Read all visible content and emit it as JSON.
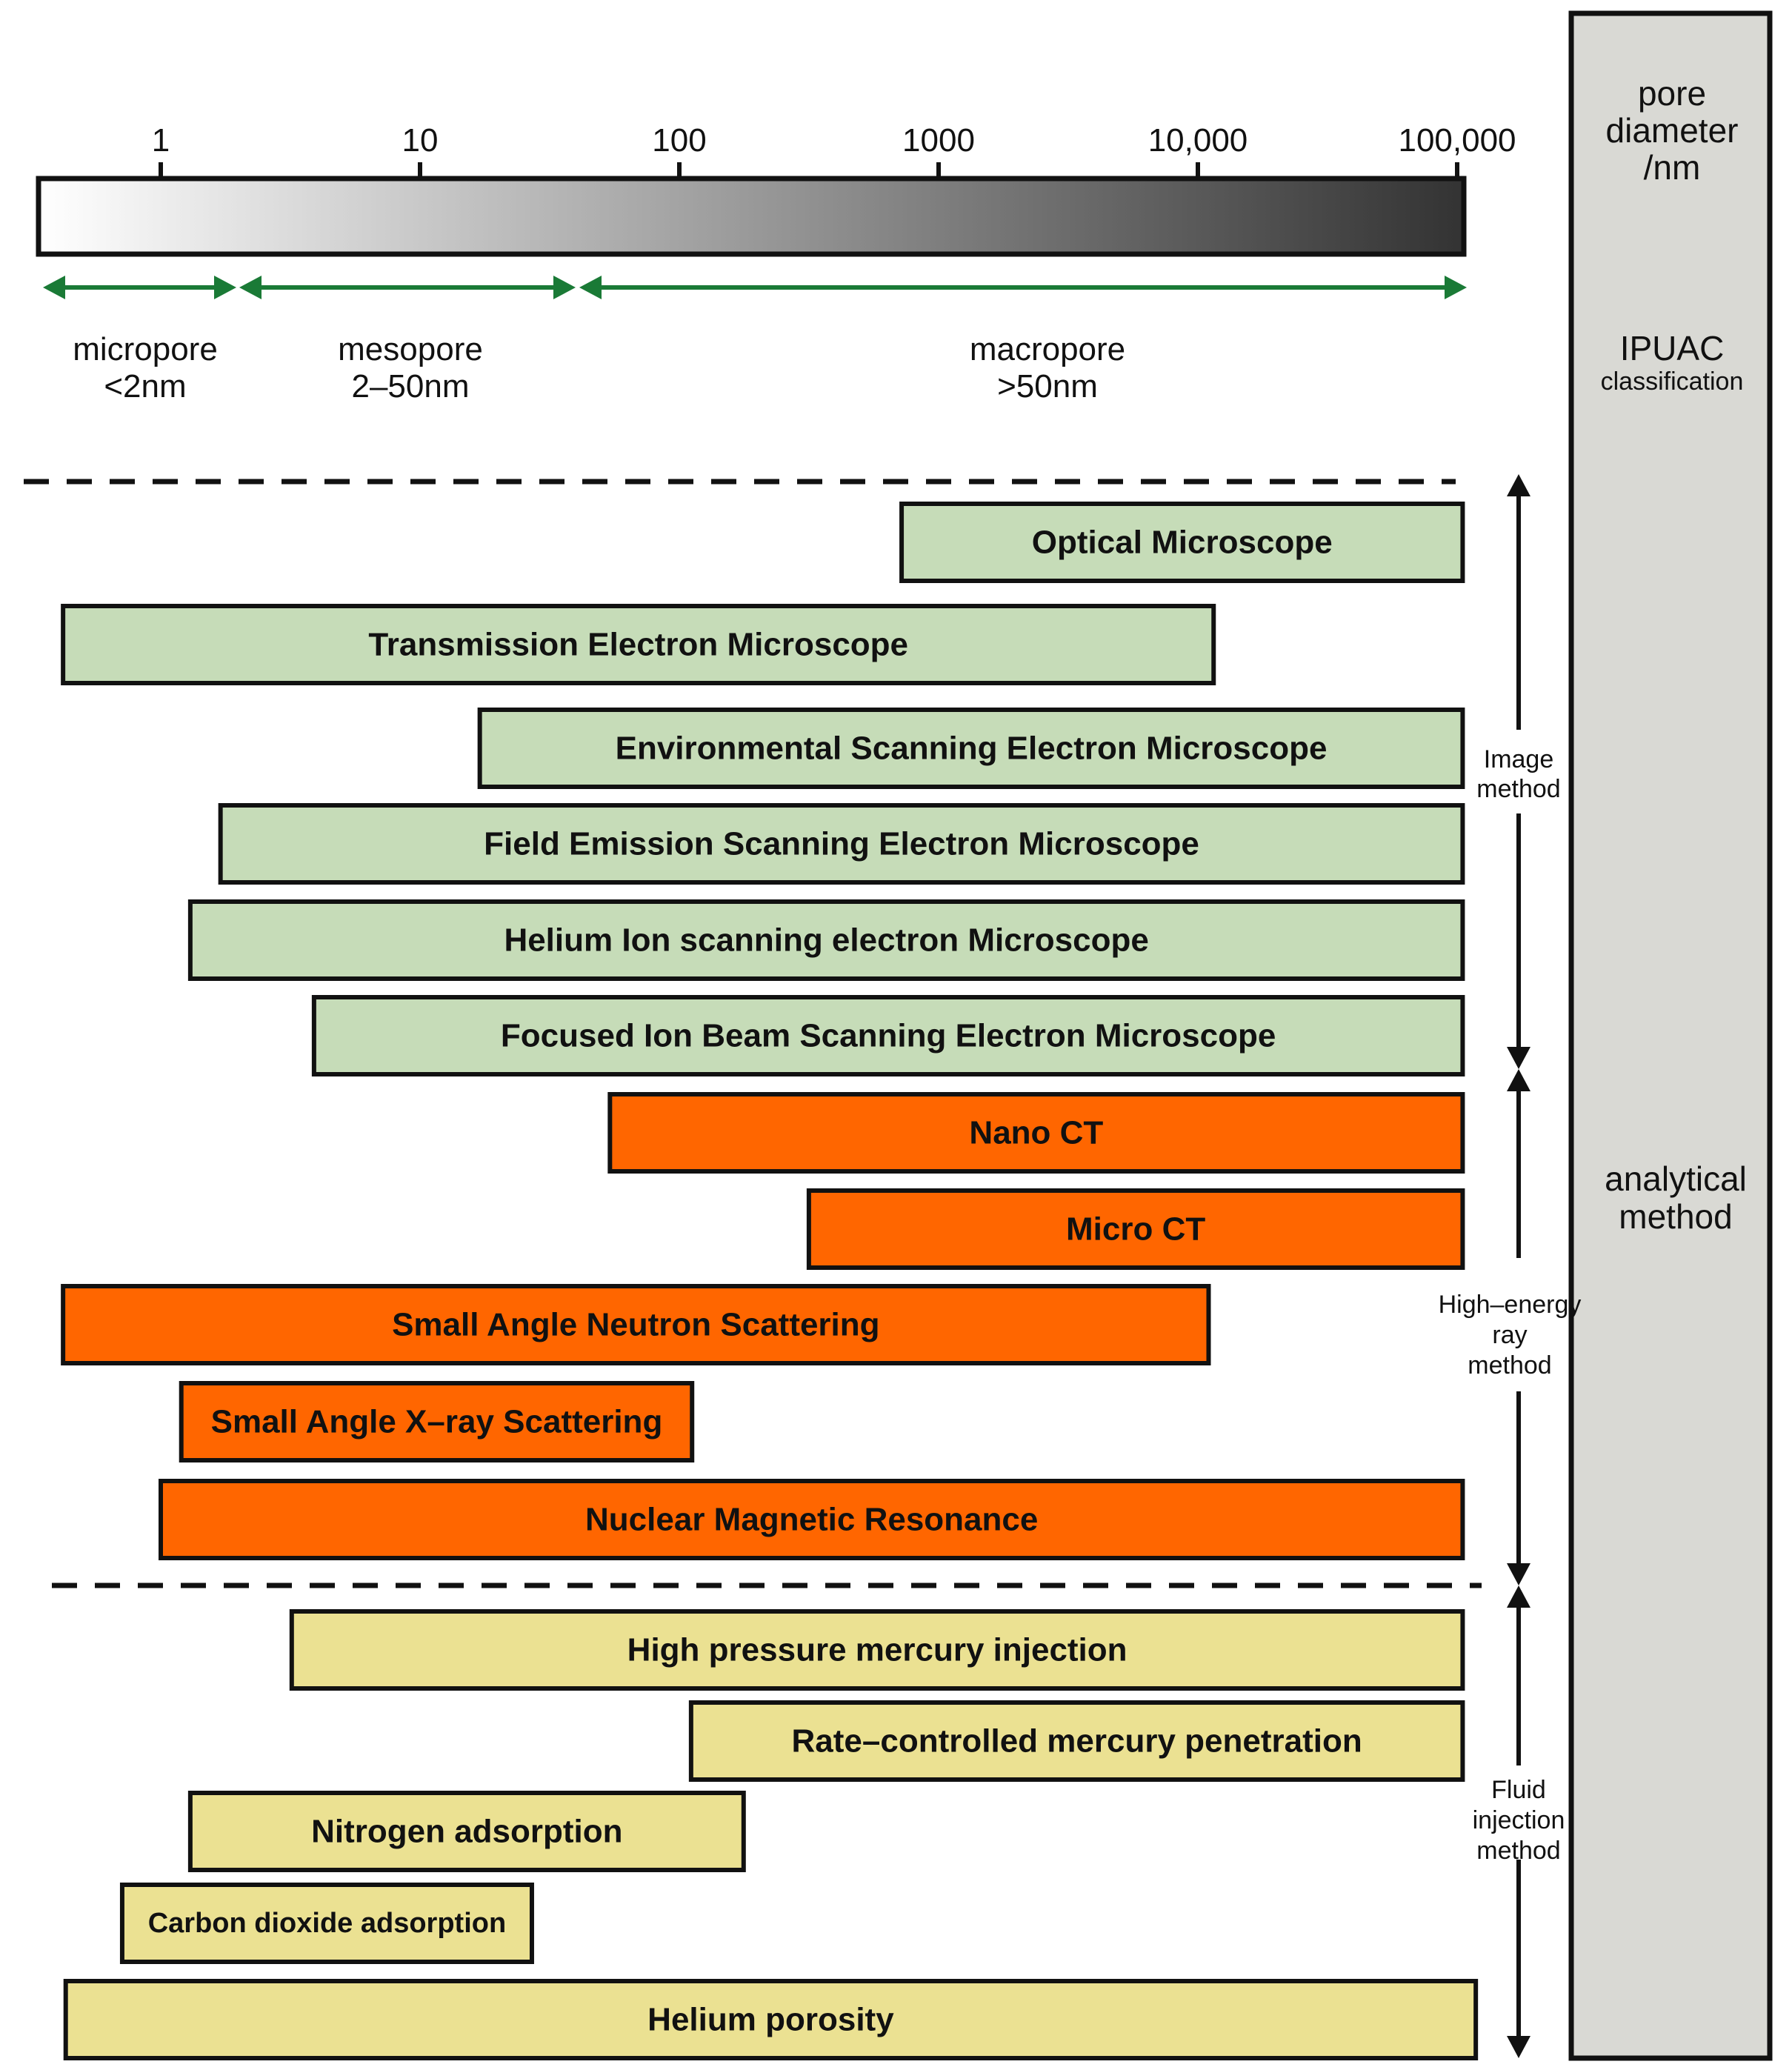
{
  "chart_data": {
    "type": "range-bar",
    "title": "",
    "axis": {
      "label": "pore diameter /nm",
      "scale": "log",
      "range": [
        0.35,
        120000
      ],
      "ticks": [
        {
          "value": 1,
          "label": "1"
        },
        {
          "value": 10,
          "label": "10"
        },
        {
          "value": 100,
          "label": "100"
        },
        {
          "value": 1000,
          "label": "1000"
        },
        {
          "value": 10000,
          "label": "10,000"
        },
        {
          "value": 100000,
          "label": "100,000"
        }
      ]
    },
    "gradient_bar": {
      "from_color": "#ffffff",
      "to_color": "#333333"
    },
    "pore_classes": [
      {
        "name": "micropore",
        "range_label": "<2nm",
        "min": 0.42,
        "max": 2
      },
      {
        "name": "mesopore",
        "range_label": "2–50nm",
        "min": 2,
        "max": 50
      },
      {
        "name": "macropore",
        "range_label": ">50nm",
        "min": 50,
        "max": 110000
      }
    ],
    "groups": [
      {
        "name": "Image method",
        "label_lines": [
          "Image",
          "method"
        ],
        "color": "#c6dcb8"
      },
      {
        "name": "High-energy ray method",
        "label_lines": [
          "High–energy",
          "ray",
          "method"
        ],
        "color": "#ff6600"
      },
      {
        "name": "Fluid injection method",
        "label_lines": [
          "Fluid",
          "injection",
          "method"
        ],
        "color": "#ebe192"
      }
    ],
    "series": [
      {
        "name": "Optical Microscope",
        "group": 0,
        "min": 720,
        "max": 105000
      },
      {
        "name": "Transmission Electron Microscope",
        "group": 0,
        "min": 0.42,
        "max": 11500
      },
      {
        "name": "Environmental Scanning Electron Microscope",
        "group": 0,
        "min": 17,
        "max": 105000
      },
      {
        "name": "Field Emission Scanning Electron Microscope",
        "group": 0,
        "min": 1.7,
        "max": 105000
      },
      {
        "name": "Helium Ion scanning electron Microscope",
        "group": 0,
        "min": 1.3,
        "max": 105000
      },
      {
        "name": "Focused Ion Beam Scanning Electron Microscope",
        "group": 0,
        "min": 3.9,
        "max": 105000
      },
      {
        "name": "Nano CT",
        "group": 1,
        "min": 54,
        "max": 105000
      },
      {
        "name": "Micro CT",
        "group": 1,
        "min": 316,
        "max": 105000
      },
      {
        "name": "Small Angle Neutron Scattering",
        "group": 1,
        "min": 0.42,
        "max": 11000
      },
      {
        "name": "Small Angle X-ray Scattering",
        "group": 1,
        "min": 1.2,
        "max": 112,
        "display": "Small Angle X–ray Scattering"
      },
      {
        "name": "Nuclear Magnetic Resonance",
        "group": 1,
        "min": 1.0,
        "max": 105000
      },
      {
        "name": "High pressure mercury injection",
        "group": 2,
        "min": 3.2,
        "max": 105000
      },
      {
        "name": "Rate-controlled mercury penetration",
        "group": 2,
        "min": 111,
        "max": 105000,
        "display": "Rate–controlled mercury penetration"
      },
      {
        "name": "Nitrogen adsorption",
        "group": 2,
        "min": 1.3,
        "max": 177
      },
      {
        "name": "Carbon dioxide adsorption",
        "group": 2,
        "min": 0.71,
        "max": 27,
        "small": true
      },
      {
        "name": "Helium porosity",
        "group": 2,
        "min": 0.43,
        "max": 118000
      }
    ]
  },
  "side_panel": {
    "title_lines": [
      "pore",
      "diameter",
      "/nm"
    ],
    "ipuac": "IPUAC",
    "ipuac_sub": "classification",
    "analytical_lines": [
      "analytical",
      "method"
    ],
    "color": "#d9d9d4"
  },
  "colors": {
    "arrow_green": "#1a7a36"
  }
}
